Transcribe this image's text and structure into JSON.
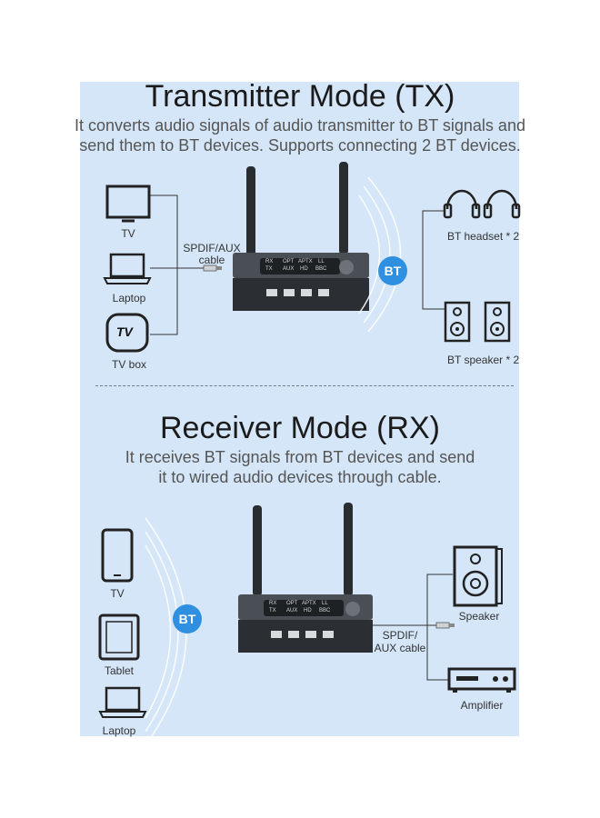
{
  "tx": {
    "title": "Transmitter Mode (TX)",
    "desc_line1": "It converts audio signals of audio transmitter to BT signals and",
    "desc_line2": "send them to BT devices. Supports connecting 2 BT devices.",
    "sources": {
      "tv": "TV",
      "laptop": "Laptop",
      "tvbox": "TV box",
      "tvbox_icon_text": "TV"
    },
    "cable_line1": "SPDIF/AUX",
    "cable_line2": "cable",
    "bt_badge": "BT",
    "outputs": {
      "headset": "BT headset * 2",
      "speaker": "BT speaker * 2"
    }
  },
  "rx": {
    "title": "Receiver Mode (RX)",
    "desc_line1": "It receives BT signals from BT devices and send",
    "desc_line2": "it to wired audio devices through cable.",
    "sources": {
      "tv": "TV",
      "tablet": "Tablet",
      "laptop": "Laptop"
    },
    "bt_badge": "BT",
    "cable_line1": "SPDIF/",
    "cable_line2": "AUX cable",
    "outputs": {
      "speaker": "Speaker",
      "amplifier": "Amplifier"
    }
  },
  "device": {
    "top_labels": [
      "RX",
      "OPT",
      "APTX",
      "LL"
    ],
    "bottom_labels": [
      "TX",
      "AUX",
      "HD",
      "BBC"
    ]
  },
  "colors": {
    "panel": "#d4e6f7",
    "bt_badge": "#2f8fe0",
    "device_body": "#4a4f55"
  }
}
